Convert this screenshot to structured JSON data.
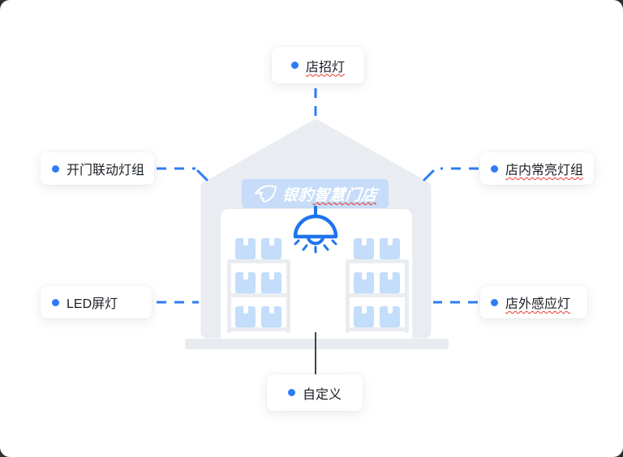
{
  "sign": {
    "brand": "银豹",
    "name": "智慧门店"
  },
  "labels": {
    "top": {
      "text": "店招灯"
    },
    "left_top": {
      "text": "开门联动灯组"
    },
    "right_top": {
      "text": "店内常亮灯组"
    },
    "left_bottom": {
      "text": "LED屏灯"
    },
    "right_bottom": {
      "text": "店外感应灯"
    },
    "bottom": {
      "text": "自定义"
    }
  },
  "colors": {
    "accent_blue": "#2e7cf5",
    "lamp_blue": "#1f74ee",
    "house_gray": "#e9edf2",
    "sign_bg": "#c6dcf8",
    "box_blue": "#c3ddfa",
    "floor_gray": "#e8ecf1",
    "underline_red": "#e8392e",
    "text_dark": "#1b1f24"
  }
}
